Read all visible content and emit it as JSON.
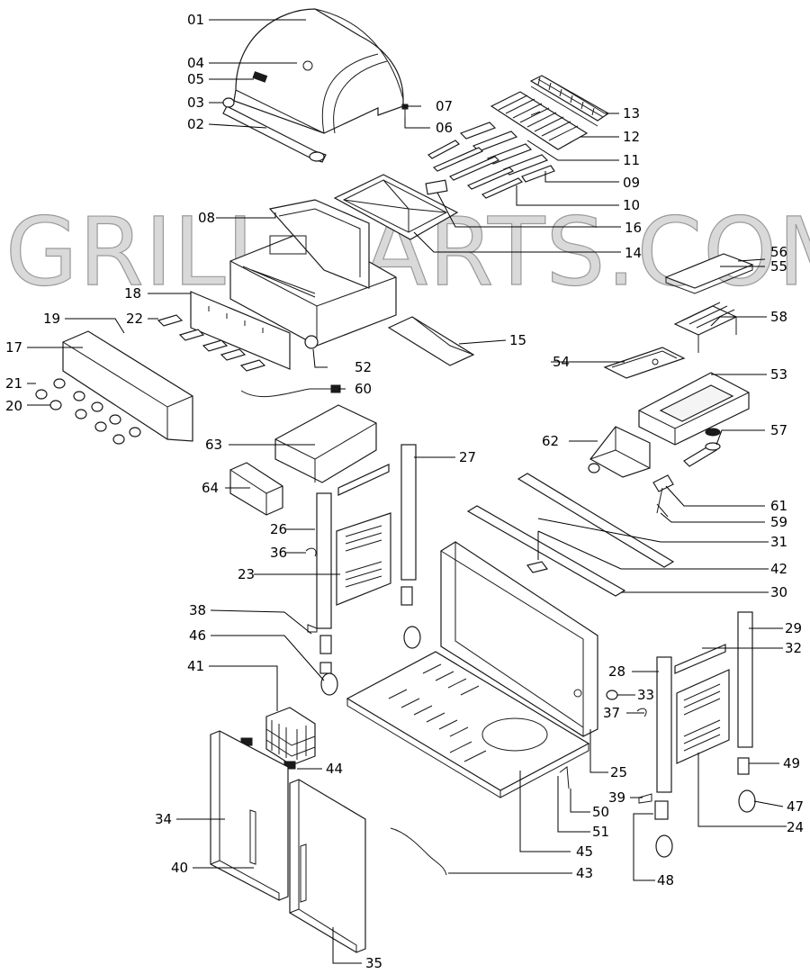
{
  "watermark": "GRILL-PARTS.COM",
  "labels": [
    "01",
    "02",
    "03",
    "04",
    "05",
    "06",
    "07",
    "08",
    "09",
    "10",
    "11",
    "12",
    "13",
    "14",
    "15",
    "16",
    "17",
    "18",
    "19",
    "20",
    "21",
    "22",
    "23",
    "24",
    "25",
    "26",
    "27",
    "28",
    "29",
    "30",
    "31",
    "32",
    "33",
    "34",
    "35",
    "36",
    "37",
    "38",
    "39",
    "40",
    "41",
    "42",
    "43",
    "44",
    "45",
    "46",
    "47",
    "48",
    "49",
    "50",
    "51",
    "52",
    "53",
    "54",
    "55",
    "56",
    "57",
    "58",
    "59",
    "60",
    "61",
    "62",
    "63",
    "64"
  ],
  "colors": {
    "line": "#1a1a1a",
    "watermark_fill": "#d9d9d9",
    "watermark_stroke": "#9a9a9a",
    "background": "#ffffff"
  }
}
